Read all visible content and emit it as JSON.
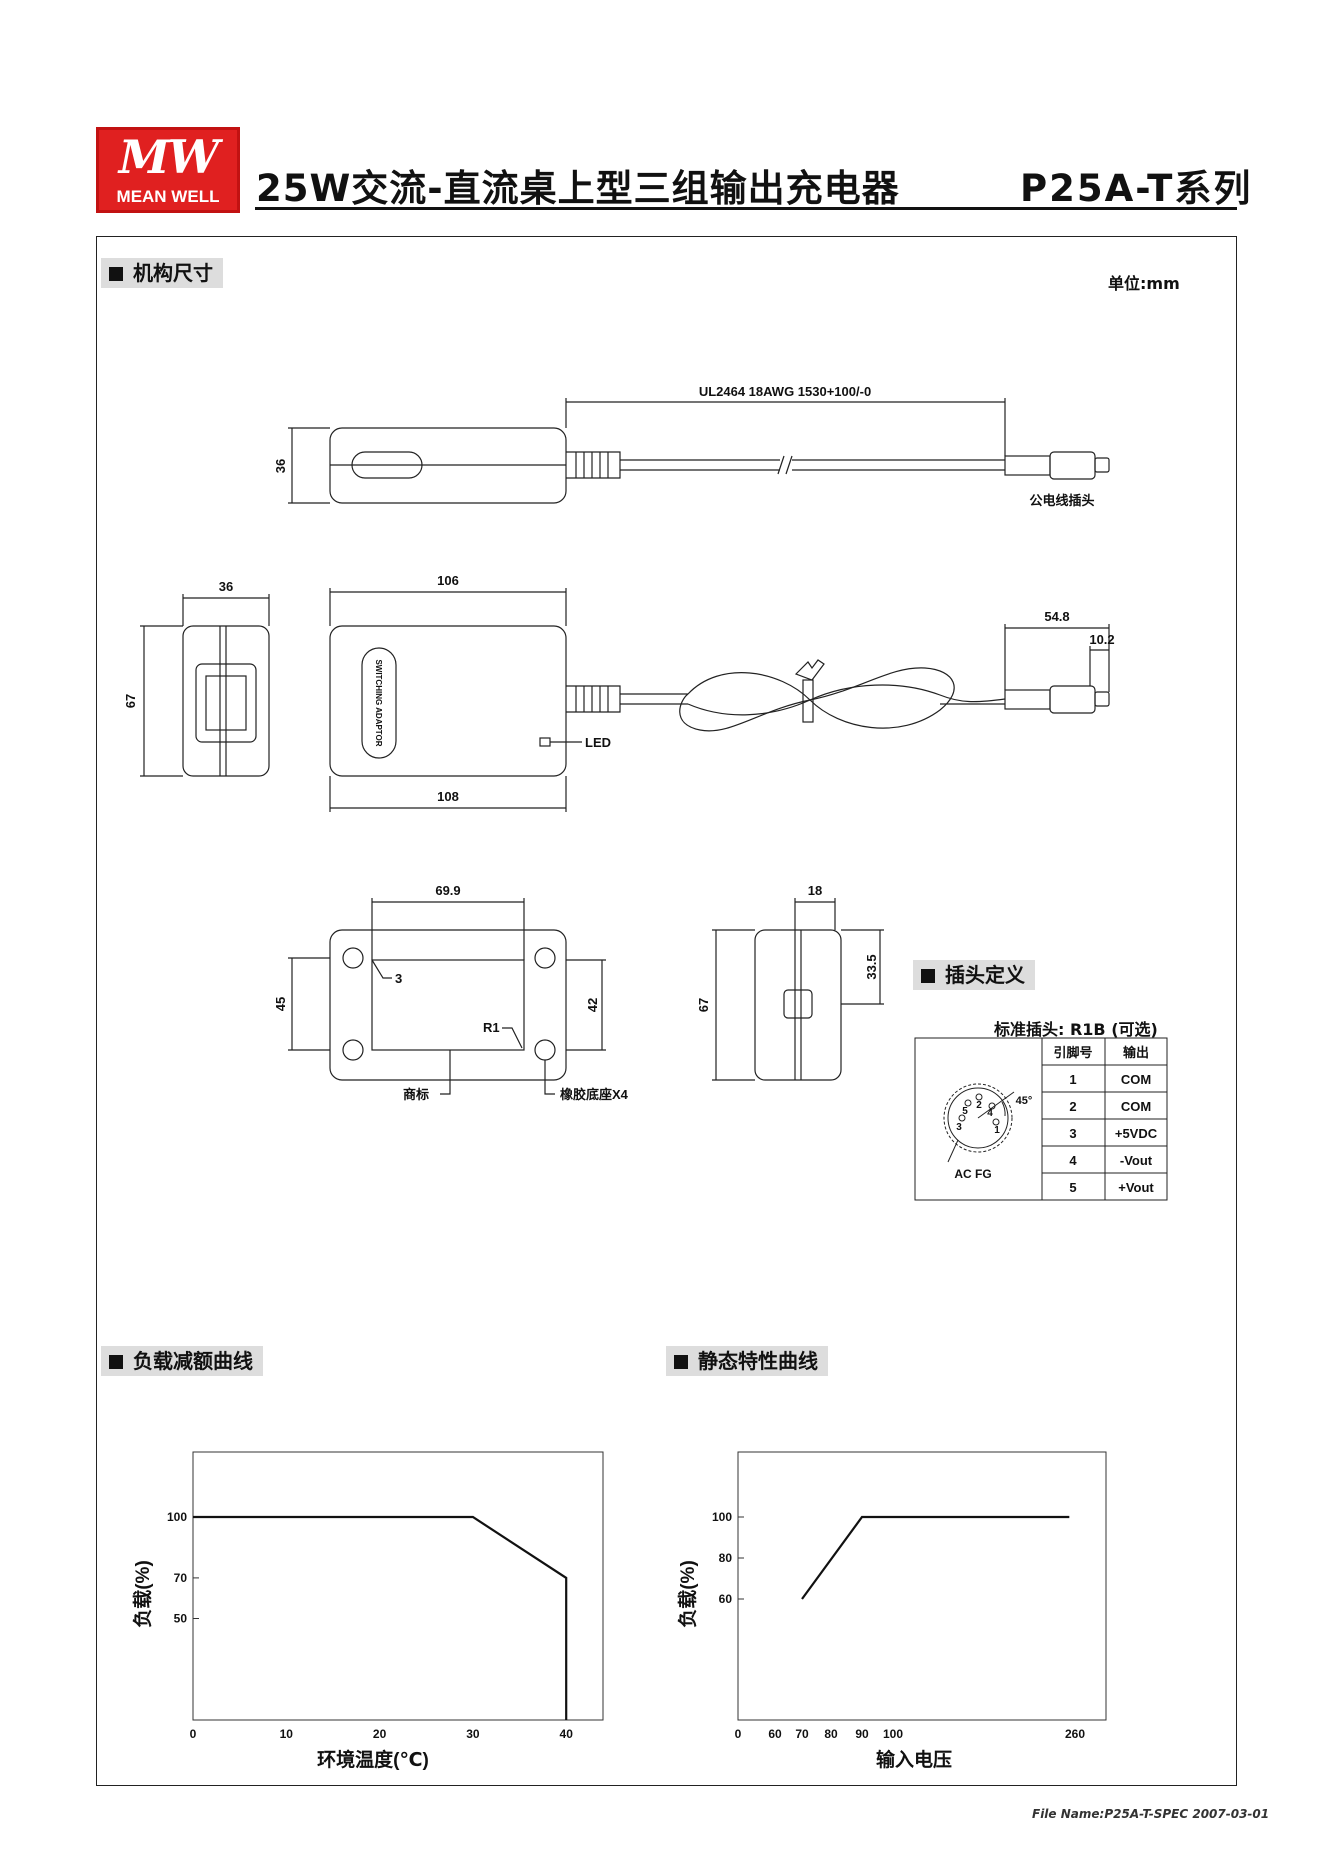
{
  "header": {
    "logo_mark": "MW",
    "logo_text": "MEAN WELL",
    "title": "25W交流-直流桌上型三组输出充电器",
    "series": "P25A-T系列"
  },
  "sections": {
    "mechanical": "机构尺寸",
    "unit": "单位:mm",
    "pin_assignment": "插头定义",
    "derating": "负载减额曲线",
    "static": "静态特性曲线"
  },
  "drawing": {
    "cable_spec": "UL2464 18AWG 1530+100/-0",
    "top_height": "36",
    "male_plug": "公电线插头",
    "side_width": "36",
    "side_height": "67",
    "top_length": "106",
    "bottom_length": "108",
    "plug_length": "54.8",
    "plug_tip": "10.2",
    "led": "LED",
    "switching_adaptor": "SWITCHING ADAPTOR",
    "base_width": "69.9",
    "base_height": "45",
    "base_inner": "42",
    "dim_3": "3",
    "r1": "R1",
    "brand_label": "商标",
    "rubber_feet": "橡胶底座X4",
    "end_width": "18",
    "end_height": "67",
    "end_offset": "33.5"
  },
  "pin_table": {
    "caption": "标准插头: R1B (可选)",
    "col_pin": "引脚号",
    "col_output": "输出",
    "rows": [
      {
        "pin": "1",
        "output": "COM"
      },
      {
        "pin": "2",
        "output": "COM"
      },
      {
        "pin": "3",
        "output": "+5VDC"
      },
      {
        "pin": "4",
        "output": "-Vout"
      },
      {
        "pin": "5",
        "output": "+Vout"
      }
    ],
    "angle": "45°",
    "acfg": "AC FG",
    "pin_labels": [
      "5",
      "2",
      "4",
      "3",
      "1"
    ]
  },
  "chart_data": [
    {
      "type": "line",
      "title": "负载减额曲线",
      "xlabel": "环境温度(℃)",
      "ylabel": "负载(%)",
      "x_ticks": [
        0,
        10,
        20,
        30,
        40
      ],
      "y_ticks": [
        50,
        70,
        100
      ],
      "series": [
        {
          "x": [
            0,
            30,
            40,
            40
          ],
          "y": [
            100,
            100,
            70,
            0
          ]
        }
      ]
    },
    {
      "type": "line",
      "title": "静态特性曲线",
      "xlabel": "输入电压",
      "ylabel": "负载(%)",
      "x_ticks": [
        0,
        60,
        70,
        80,
        90,
        100,
        260
      ],
      "y_ticks": [
        60,
        80,
        100
      ],
      "series": [
        {
          "x": [
            70,
            90,
            255
          ],
          "y": [
            60,
            100,
            100
          ]
        }
      ]
    }
  ],
  "footer": "File Name:P25A-T-SPEC   2007-03-01"
}
